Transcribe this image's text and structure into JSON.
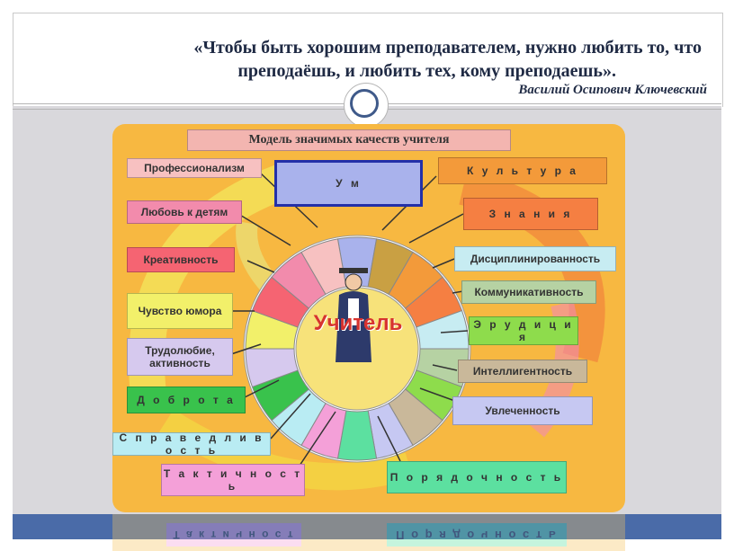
{
  "quote": {
    "line1": "«Чтобы быть хорошим преподавателем, нужно любить то, что",
    "line2": "преподаёшь, и любить тех, кому преподаешь».",
    "author": "Василий Осипович Ключевский"
  },
  "diagram": {
    "title": "Модель значимых качеств учителя",
    "center": "Учитель",
    "labels": {
      "professionalism": "Профессионализм",
      "um": "У м",
      "culture": "К у л ь т у р а",
      "love": "Любовь к детям",
      "knowledge": "З н а н и я",
      "creativity": "Креативность",
      "discipline": "Дисциплинированность",
      "communicative": "Коммуникативность",
      "humor": "Чувство юмора",
      "erudition": "Э р у д и ц и я",
      "diligence": "Трудолюбие, активность",
      "intelligence": "Интеллигентность",
      "kindness": "Д о б р о т а",
      "enthusiasm": "Увлеченность",
      "justice": "С п р а в е д л и в о с т ь",
      "tact": "Т а к т и ч н о с т ь",
      "decency": "П о р я д о ч н о с т ь"
    },
    "colors": {
      "background": "#f7b841",
      "title_box": "#f3b5b0",
      "accent_blue": "#4a6ba8"
    }
  }
}
